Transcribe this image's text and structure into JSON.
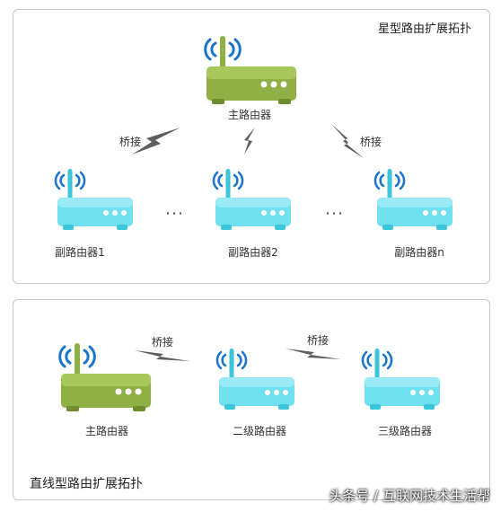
{
  "colors": {
    "main_router": "#8fb045",
    "main_router_dark": "#6f8c2e",
    "sub_router": "#6fe0f0",
    "sub_router_dark": "#3cc6dc",
    "signal": "#1a74c9",
    "bolt": "#666666"
  },
  "star": {
    "title": "星型路由扩展拓扑",
    "main_label": "主路由器",
    "bridge_left": "桥接",
    "bridge_right": "桥接",
    "sub1_label": "副路由器1",
    "sub2_label": "副路由器2",
    "subn_label": "副路由器n",
    "ellipsis_1": "···",
    "ellipsis_2": "···"
  },
  "line": {
    "title": "直线型路由扩展拓扑",
    "main_label": "主路由器",
    "second_label": "二级路由器",
    "third_label": "三级路由器",
    "bridge_1": "桥接",
    "bridge_2": "桥接"
  },
  "watermark": "头条号 / 互联网技术生活帮"
}
